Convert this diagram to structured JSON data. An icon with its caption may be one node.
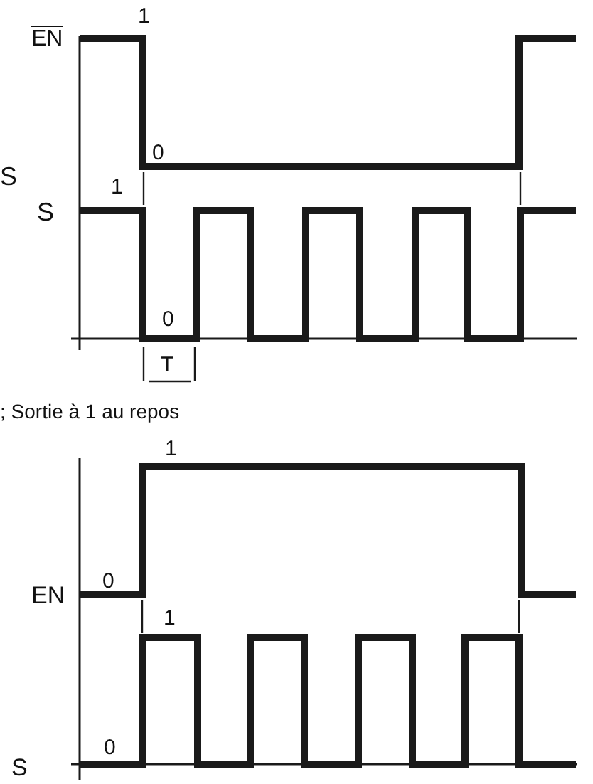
{
  "diagram": {
    "labels": [
      "EN",
      "1",
      "0",
      "S",
      "S",
      "1",
      "0",
      "T",
      "; Sortie à 1 au repos",
      "1",
      "0",
      "EN",
      "1",
      "0",
      "S"
    ]
  }
}
